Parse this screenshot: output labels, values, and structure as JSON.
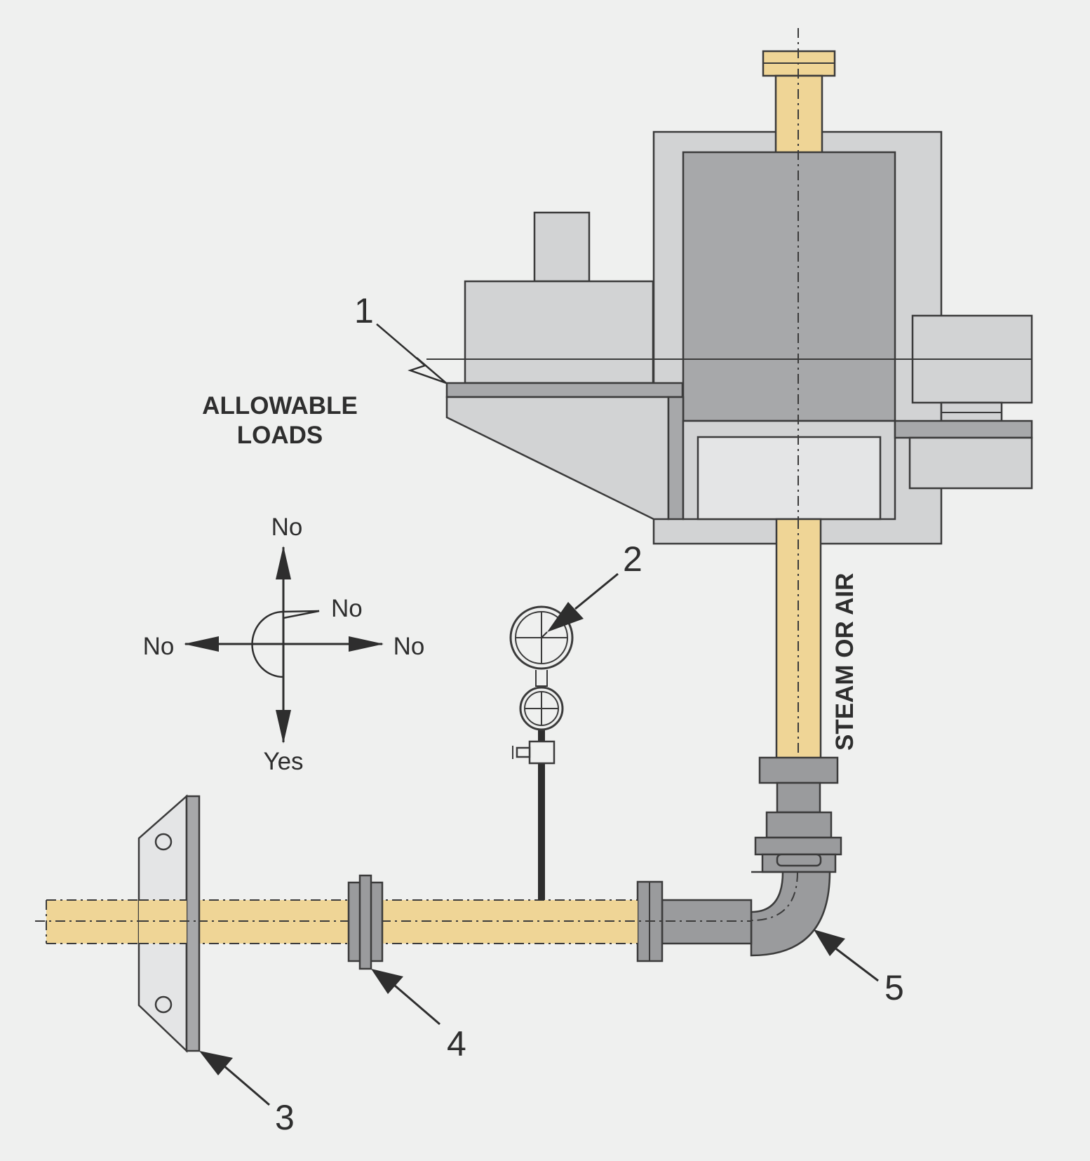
{
  "heading": {
    "line1": "ALLOWABLE",
    "line2": "LOADS"
  },
  "load_directions": {
    "up": "No",
    "left": "No",
    "right": "No",
    "rotation": "No",
    "down": "Yes"
  },
  "pipe_label": "STEAM OR AIR",
  "callouts": [
    "1",
    "2",
    "3",
    "4",
    "5"
  ],
  "colors": {
    "background": "#eff0ef",
    "pipe": "#efd596",
    "housing_light": "#d2d3d4",
    "housing_dark": "#a7a8aa",
    "fitting": "#9a9b9d",
    "line": "#3b3b3b"
  }
}
